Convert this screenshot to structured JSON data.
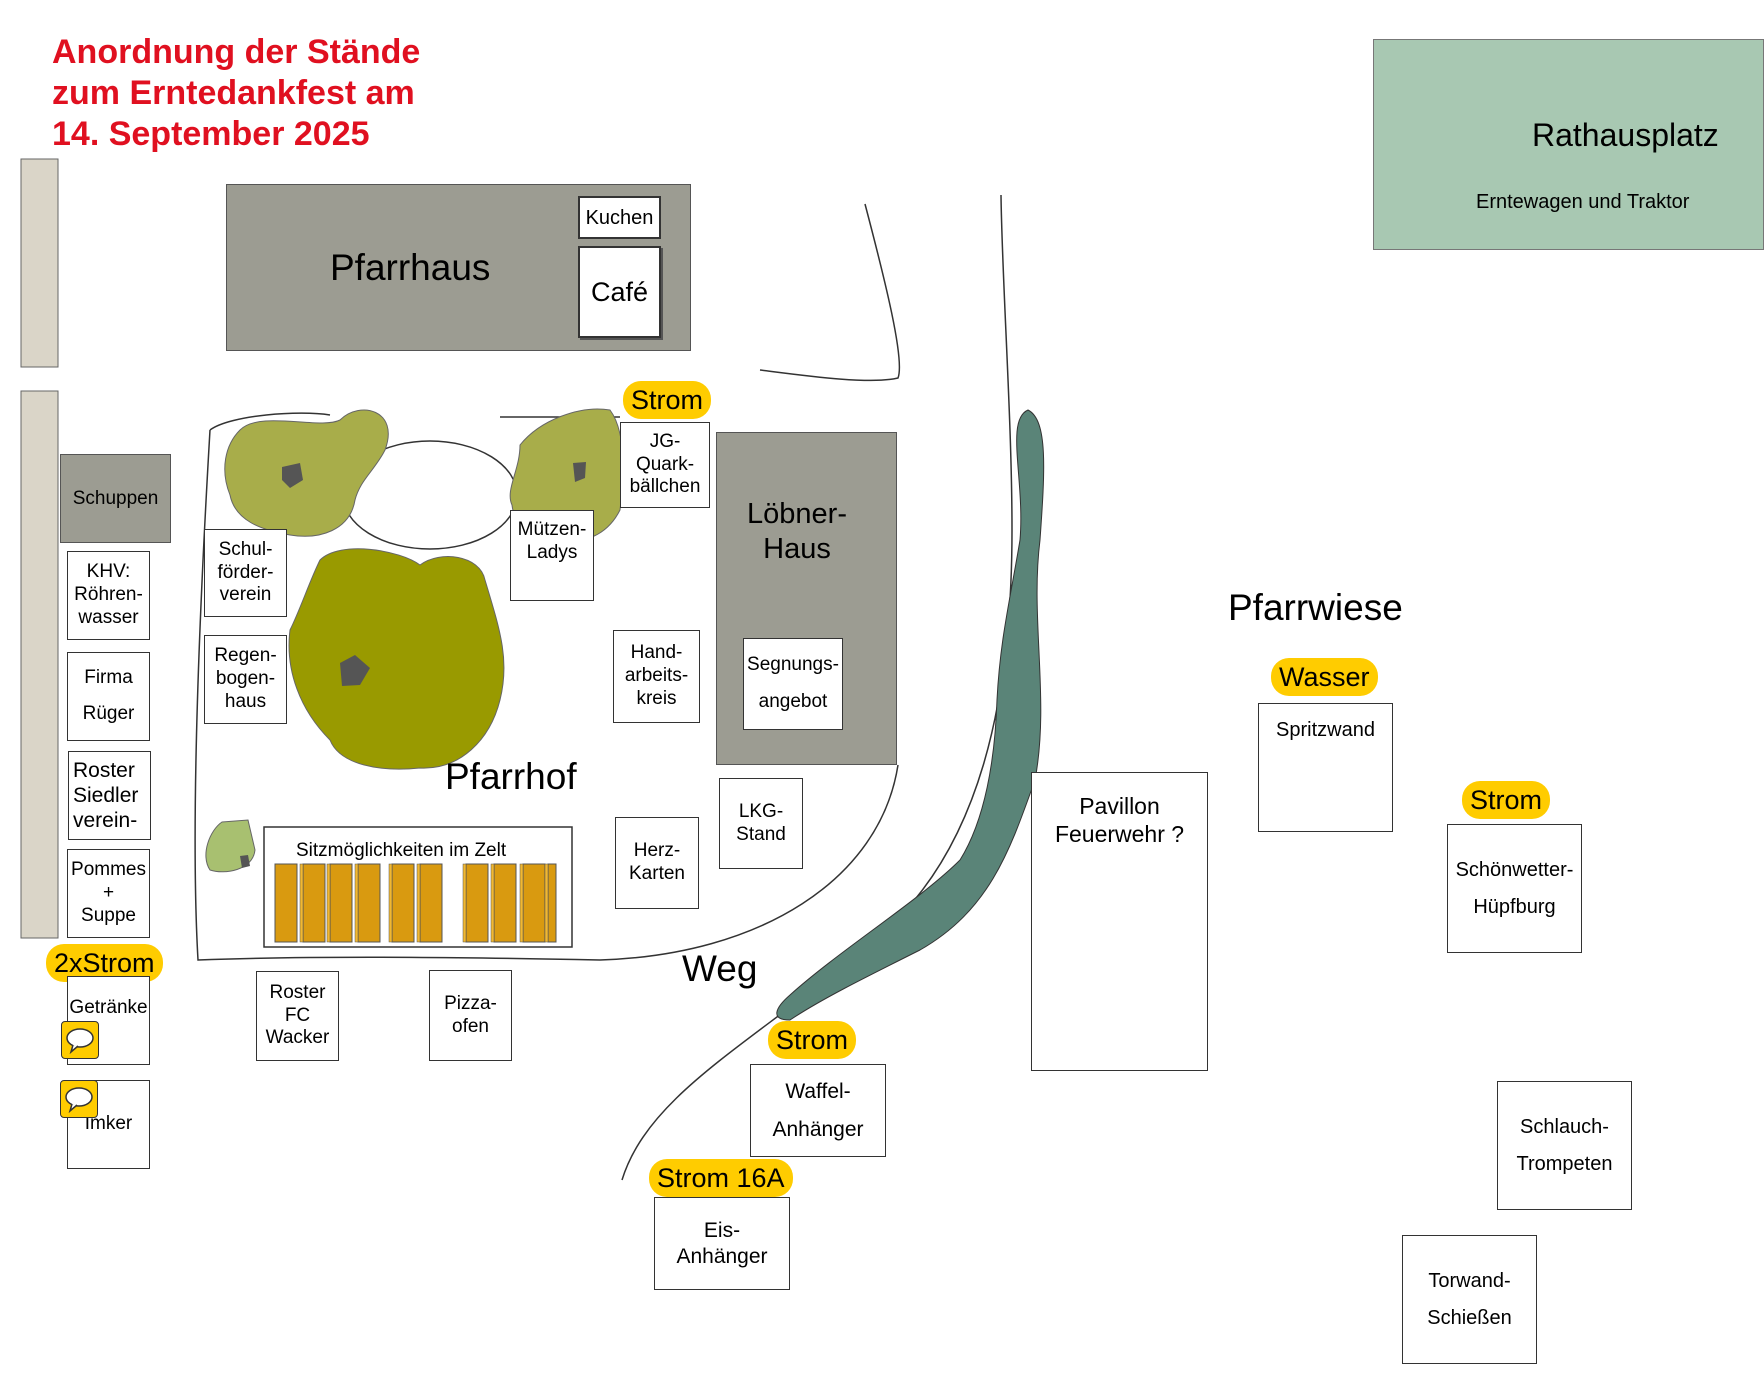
{
  "title": {
    "line1": "Anordnung der Stände",
    "line2": "zum Erntedankfest am",
    "line3": "14. September 2025"
  },
  "rathaus": {
    "name": "Rathausplatz",
    "sub": "Erntewagen und Traktor"
  },
  "buildings": {
    "pfarrhaus": "Pfarrhaus",
    "kuchen": "Kuchen",
    "cafe": "Café",
    "schuppen": "Schuppen",
    "loebner_line1": "Löbner-",
    "loebner_line2": "Haus"
  },
  "areas": {
    "pfarrhof": "Pfarrhof",
    "weg": "Weg",
    "pfarrwiese": "Pfarrwiese"
  },
  "power": {
    "strom_top": "Strom",
    "strom_weg": "Strom",
    "strom_16a": "Strom 16A",
    "strom_right": "Strom",
    "wasser": "Wasser",
    "strom_2x": "2xStrom"
  },
  "stands": {
    "khv": [
      "KHV:",
      "Röhren-",
      "wasser"
    ],
    "rueger": [
      "Firma",
      "Rüger"
    ],
    "siedler": [
      "Roster",
      "Siedler",
      "verein-"
    ],
    "pommes": [
      "Pommes",
      "+",
      "Suppe"
    ],
    "getraenke": [
      "Getränke"
    ],
    "imker": [
      "Imker"
    ],
    "fc_wacker": [
      "Roster",
      "FC",
      "Wacker"
    ],
    "pizza": [
      "Pizza-",
      "ofen"
    ],
    "schulfoerder": [
      "Schul-",
      "förder-",
      "verein"
    ],
    "regenbogen": [
      "Regen-",
      "bogen-",
      "haus"
    ],
    "muetzen": [
      "Mützen-",
      "Ladys"
    ],
    "jg": [
      "JG-",
      "Quark-",
      "bällchen"
    ],
    "handarbeit": [
      "Hand-",
      "arbeits-",
      "kreis"
    ],
    "segnung": [
      "Segnungs-",
      "angebot"
    ],
    "herz": [
      "Herz-",
      "Karten"
    ],
    "lkg": [
      "LKG-",
      "Stand"
    ],
    "zelt": "Sitzmöglichkeiten im Zelt",
    "waffel": [
      "Waffel-",
      "Anhänger"
    ],
    "eis": [
      "Eis-",
      "Anhänger"
    ],
    "pavillon": [
      "Pavillon",
      "Feuerwehr ?"
    ],
    "spritzwand": [
      "Spritzwand"
    ],
    "huepfburg": [
      "Schönwetter-",
      "Hüpfburg"
    ],
    "schlauch": [
      "Schlauch-",
      "Trompeten"
    ],
    "torwand": [
      "Torwand-",
      "Schießen"
    ]
  },
  "colors": {
    "title_red": "#e01020",
    "building_gray": "#9c9c92",
    "rathaus_green": "#a8c8b2",
    "power_yellow": "#ffcc00",
    "stream": "#5a8478",
    "tree_light": "#a8ad4a",
    "tree_dark": "#999a00",
    "bench_orange": "#d99a10"
  },
  "icons": [
    "speech-bubble-icon",
    "tree-icon",
    "stream-shape",
    "bench-icon"
  ]
}
